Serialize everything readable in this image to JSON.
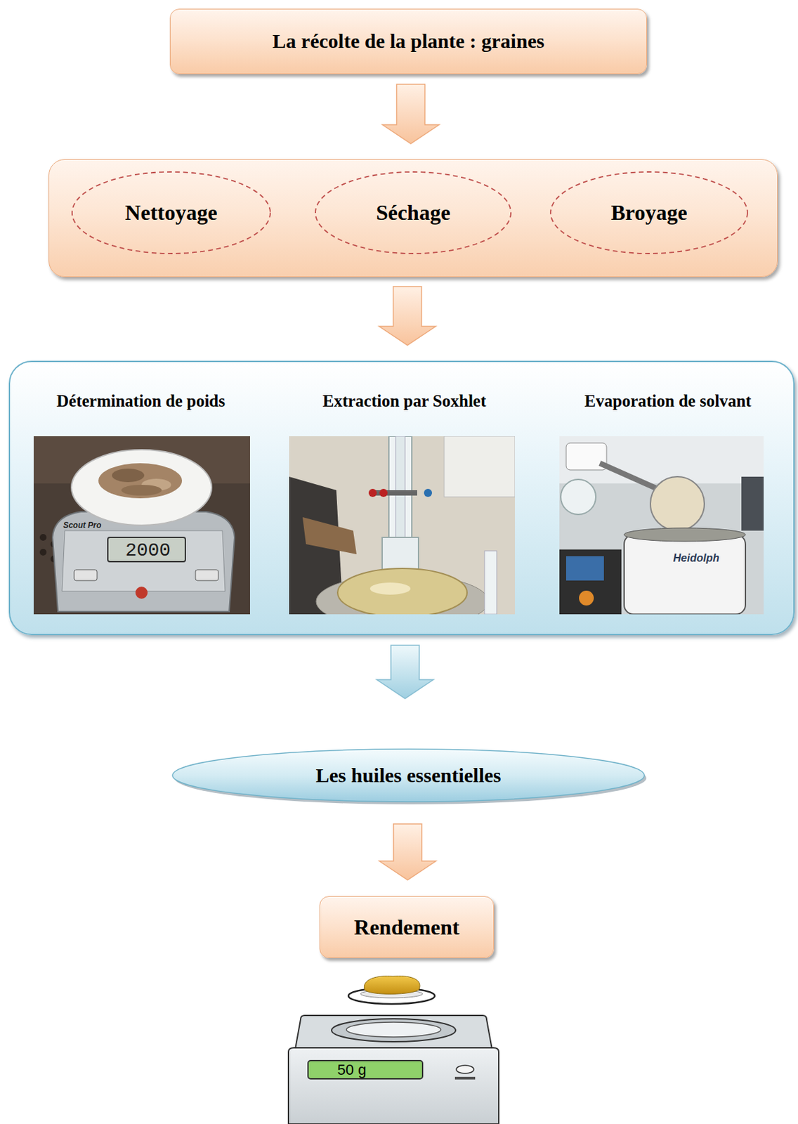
{
  "diagram": {
    "nodes": [
      {
        "text": [
          "La récolte de la plante : graines"
        ]
      },
      {
        "text": []
      },
      {
        "text": [
          "Nettoyage"
        ],
        "in": 1
      },
      {
        "text": [
          "Séchage"
        ],
        "in": 1
      },
      {
        "text": [
          "Broyage"
        ],
        "in": 1
      },
      {
        "text": [
          "Détermination de poids",
          "Extraction par  Soxhlet",
          "Evaporation de solvant"
        ]
      },
      {
        "text": [
          "Les huiles essentielles"
        ]
      },
      {
        "text": [
          "Rendement"
        ]
      }
    ],
    "edges": [
      {
        "from": 0,
        "to": 1,
        "arrow": "to"
      },
      {
        "from": 1,
        "to": 5,
        "arrow": "to"
      },
      {
        "from": 5,
        "to": 6,
        "arrow": "to"
      },
      {
        "from": 6,
        "to": 7,
        "arrow": "to"
      }
    ],
    "labels": [
      "Scout Pro",
      "2000",
      "Heidolph",
      "50 g"
    ]
  }
}
